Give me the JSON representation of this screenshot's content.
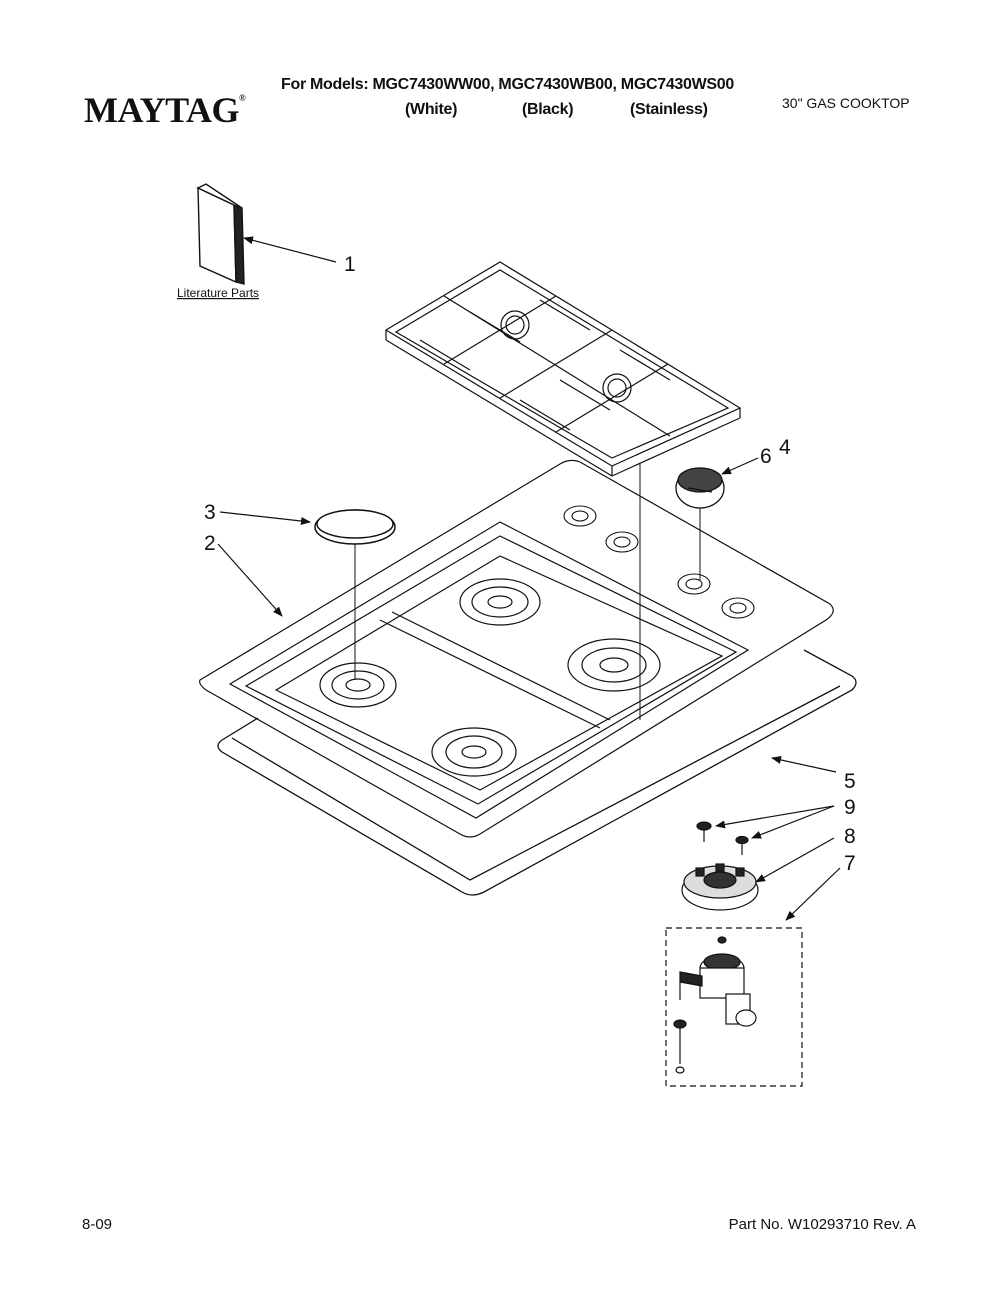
{
  "header": {
    "brand": "MAYTAG",
    "brand_mark": "®",
    "models_line": "For Models: MGC7430WW00, MGC7430WB00, MGC7430WS00",
    "variants": [
      "(White)",
      "(Black)",
      "(Stainless)"
    ],
    "product_type": "30\" GAS COOKTOP"
  },
  "diagram": {
    "literature_label": "Literature Parts",
    "callouts": [
      "1",
      "2",
      "3",
      "6",
      "4",
      "5",
      "9",
      "8",
      "7"
    ]
  },
  "footer": {
    "date": "8-09",
    "part_number": "Part No. W10293710 Rev. A"
  }
}
